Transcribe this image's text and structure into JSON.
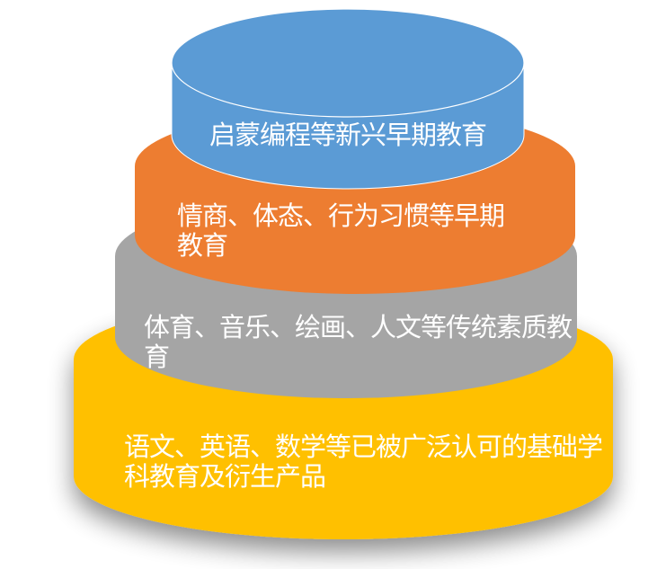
{
  "diagram": {
    "type": "stacked-cylinder-pyramid",
    "layers": [
      {
        "level": 1,
        "position": "top",
        "label": "启蒙编程等新兴早期教育",
        "color": "#5B9BD5"
      },
      {
        "level": 2,
        "position": "second",
        "label": "情商、体态、行为习惯等早期教育",
        "color": "#ED7D31"
      },
      {
        "level": 3,
        "position": "third",
        "label": "体育、音乐、绘画、人文等传统素质教育",
        "color": "#A5A5A5"
      },
      {
        "level": 4,
        "position": "bottom",
        "label": "语文、英语、数学等已被广泛认可的基础学科教育及衍生产品",
        "color": "#FFC000"
      }
    ]
  }
}
